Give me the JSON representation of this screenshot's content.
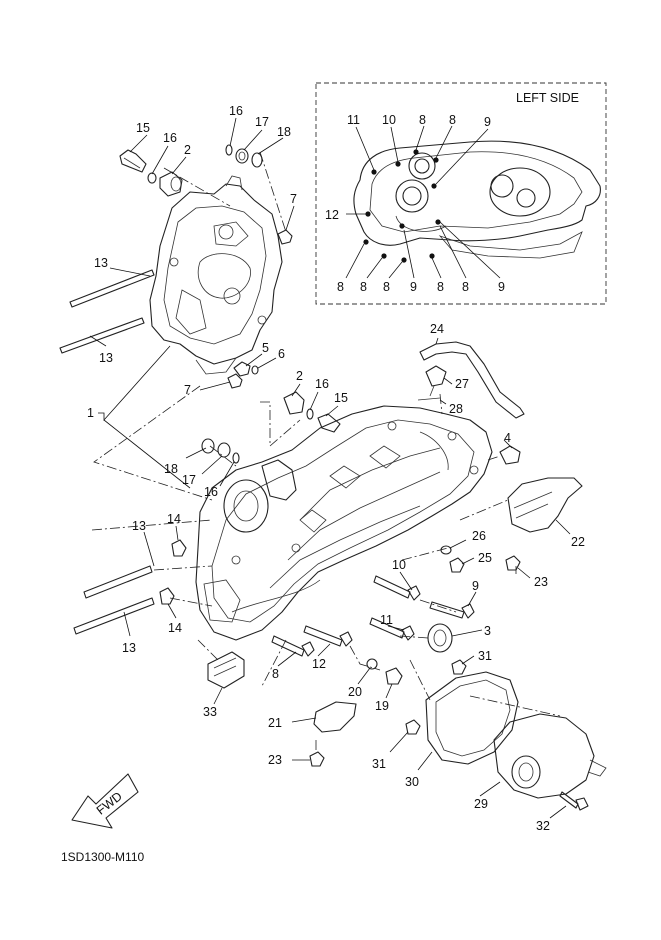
{
  "inset": {
    "title": "LEFT SIDE"
  },
  "fwd_label": "FWD",
  "diagram_code": "1SD1300-M110",
  "callouts": {
    "c15a": "15",
    "c16a": "16",
    "c2a": "2",
    "c16b": "16",
    "c17a": "17",
    "c18a": "18",
    "c7a": "7",
    "c13a": "13",
    "c13b": "13",
    "c1": "1",
    "c5": "5",
    "c6": "6",
    "c7b": "7",
    "c2b": "2",
    "c16c": "16",
    "c15b": "15",
    "c18b": "18",
    "c17b": "17",
    "c16d": "16",
    "c24": "24",
    "c27": "27",
    "c28": "28",
    "c4": "4",
    "c13c": "13",
    "c14a": "14",
    "c14b": "14",
    "c13d": "13",
    "c22": "22",
    "c26": "26",
    "c25": "25",
    "c23a": "23",
    "c10": "10",
    "c9": "9",
    "c3": "3",
    "c11": "11",
    "c8": "8",
    "c12": "12",
    "c20": "20",
    "c19": "19",
    "c31a": "31",
    "c33": "33",
    "c21": "21",
    "c23b": "23",
    "c31b": "31",
    "c30": "30",
    "c29": "29",
    "c32": "32",
    "i11": "11",
    "i10": "10",
    "i8a": "8",
    "i8b": "8",
    "i9a": "9",
    "i12": "12",
    "i8c": "8",
    "i8d": "8",
    "i8e": "8",
    "i9b": "9",
    "i8f": "8",
    "i8g": "8",
    "i9c": "9"
  }
}
